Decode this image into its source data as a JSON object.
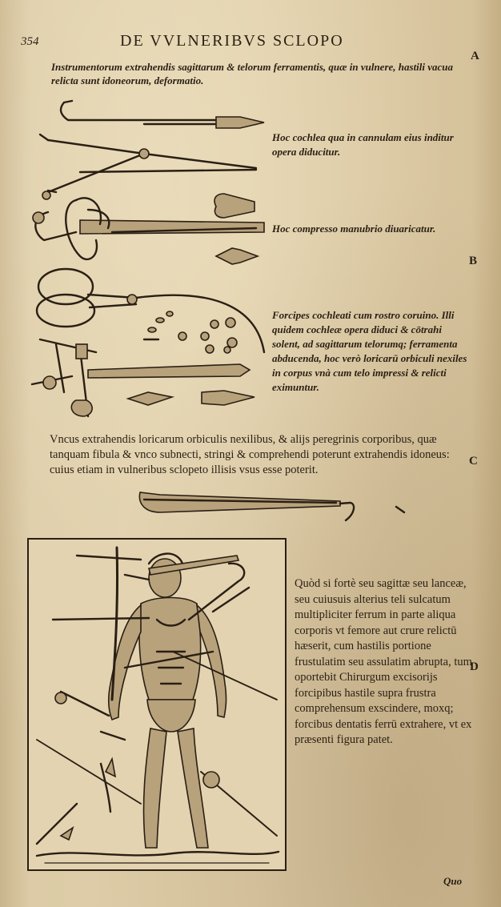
{
  "page": {
    "number": "354",
    "running_head": "DE VVLNERIBVS SCLOPO",
    "catchword": "Quo"
  },
  "margin_letters": [
    "A",
    "B",
    "C",
    "D"
  ],
  "caption_top": "Instrumentorum extrahendis sagittarum & telorum ferramentis, quæ in vulnere, hastili vacua relicta sunt idoneorum, deformatio.",
  "instrument_notes": [
    "Hoc cochlea qua in cannulam eius inditur opera diducitur.",
    "Hoc compresso manubrio diuaricatur.",
    "Forcipes cochleati cum rostro coruino. Illi quidem cochleæ opera diduci & cōtrahi solent, ad sagittarum telorumq; ferramenta abducenda, hoc verò loricarū orbiculi nexiles in corpus vnà cum telo impressi & relicti eximuntur."
  ],
  "paragraph_hook": "Vncus extrahendis loricarum orbiculis nexilibus, & alijs peregrinis corporibus, quæ tanquam fibula & vnco subnecti, stringi & comprehendi poterunt extrahendis idoneus: cuius etiam in vulneribus sclopeto illisis vsus esse poterit.",
  "paragraph_figure": "Quòd si fortè seu sagittæ seu lanceæ, seu cuiusuis alterius teli sulcatum multipliciter ferrum in parte aliqua corporis vt femore aut crure relictū hæserit, cum hastilis portione frustulatim seu assulatim abrupta, tum oportebit Chirurgum excisorijs forcipibus hastile supra frustra comprehensum exscindere, moxq; forcibus dentatis ferrū extrahere, vt ex præsenti figura patet.",
  "colors": {
    "paper": "#e0cfaa",
    "ink": "#2a1f14"
  }
}
